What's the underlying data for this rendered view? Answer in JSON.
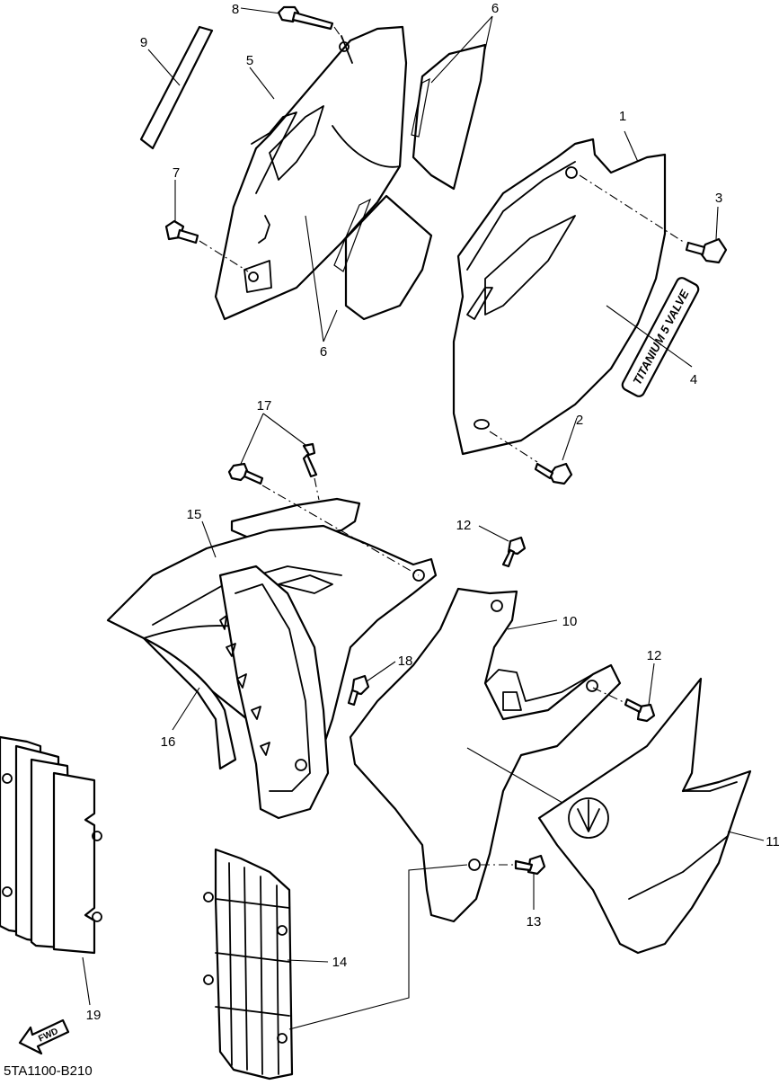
{
  "diagram": {
    "drawing_code": "5TA1100-B210",
    "fwd_label": "FWD",
    "emblem_text": "TITANIUM 5 VALVE",
    "callouts": {
      "c1": "1",
      "c2": "2",
      "c3": "3",
      "c4": "4",
      "c5": "5",
      "c6a": "6",
      "c6b": "6",
      "c7": "7",
      "c8": "8",
      "c9": "9",
      "c10": "10",
      "c11": "11",
      "c12a": "12",
      "c12b": "12",
      "c13": "13",
      "c14": "14",
      "c15": "15",
      "c16": "16",
      "c17": "17",
      "c18": "18",
      "c19": "19"
    }
  }
}
